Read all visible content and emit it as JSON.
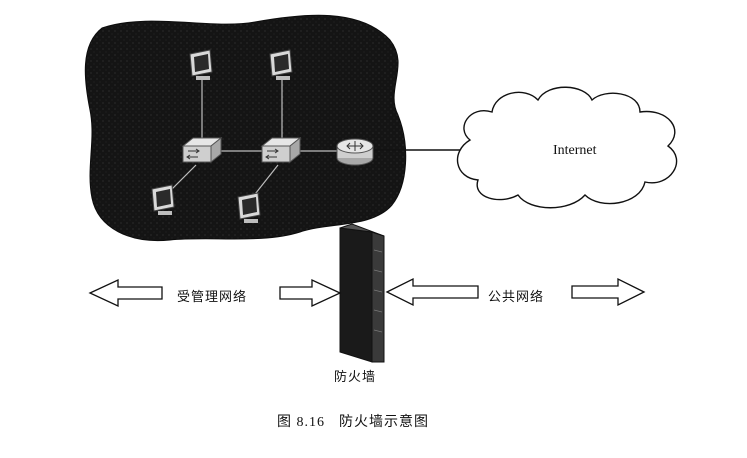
{
  "labels": {
    "internet": "Internet",
    "managed_network": "受管理网络",
    "public_network": "公共网络",
    "firewall": "防火墙"
  },
  "caption": {
    "figure": "图 8.16",
    "title": "防火墙示意图"
  },
  "colors": {
    "network_fill": "#141414",
    "stroke": "#111111",
    "background": "#ffffff",
    "device": "#d9d9d9"
  },
  "icons": [
    "computer-icon",
    "switch-icon",
    "router-icon",
    "cloud-icon",
    "firewall-icon",
    "double-arrow-icon"
  ]
}
